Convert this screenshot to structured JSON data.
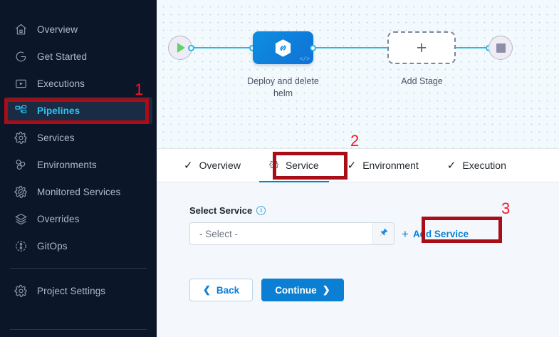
{
  "sidebar": {
    "items": [
      {
        "label": "Overview",
        "icon": "home-icon",
        "active": false
      },
      {
        "label": "Get Started",
        "icon": "rocket-start-icon",
        "active": false
      },
      {
        "label": "Executions",
        "icon": "executions-play-icon",
        "active": false
      },
      {
        "label": "Pipelines",
        "icon": "pipelines-icon",
        "active": true
      },
      {
        "label": "Services",
        "icon": "gear-icon",
        "active": false
      },
      {
        "label": "Environments",
        "icon": "environments-nodes-icon",
        "active": false
      },
      {
        "label": "Monitored Services",
        "icon": "gear-check-icon",
        "active": false
      },
      {
        "label": "Overrides",
        "icon": "layers-icon",
        "active": false
      },
      {
        "label": "GitOps",
        "icon": "gitops-icon",
        "active": false
      }
    ],
    "footer": {
      "label": "Project Settings",
      "icon": "gear-icon"
    }
  },
  "canvas": {
    "start_node": {
      "icon": "play-icon"
    },
    "end_node": {
      "icon": "stop-square-icon"
    },
    "stage": {
      "label": "Deploy and delete helm",
      "icon": "deployment-hex-link-icon",
      "badge": "</>",
      "color": "#0d8ee0"
    },
    "add_stage": {
      "label": "Add Stage",
      "icon": "plus-icon"
    }
  },
  "tabs": [
    {
      "label": "Overview",
      "icon": "check-icon",
      "active": false
    },
    {
      "label": "Service",
      "icon": "gear-icon",
      "active": true
    },
    {
      "label": "Environment",
      "icon": "check-icon",
      "active": false
    },
    {
      "label": "Execution",
      "icon": "check-icon",
      "active": false
    }
  ],
  "form": {
    "select_service": {
      "label": "Select Service",
      "info_icon": "info-icon",
      "value": "- Select -",
      "placeholder": "- Select -",
      "pin_icon": "pin-icon"
    },
    "add_service": {
      "label": "Add Service",
      "icon": "plus-icon"
    },
    "back_button": {
      "label": "Back",
      "icon": "chevron-left-icon"
    },
    "continue_button": {
      "label": "Continue",
      "icon": "chevron-right-icon"
    }
  },
  "annotations": [
    {
      "number": "1",
      "target": "sidebar-item-pipelines"
    },
    {
      "number": "2",
      "target": "tab-service"
    },
    {
      "number": "3",
      "target": "add-service-button"
    }
  ],
  "colors": {
    "sidebar_bg": "#0b1628",
    "sidebar_active_bg": "#1a2b44",
    "sidebar_active_text": "#28c5f5",
    "accent_blue": "#0b7fd4",
    "edge_cyan": "#29b6e8",
    "annotation_red": "#a90d18",
    "annotation_number_red": "#f8152b"
  }
}
